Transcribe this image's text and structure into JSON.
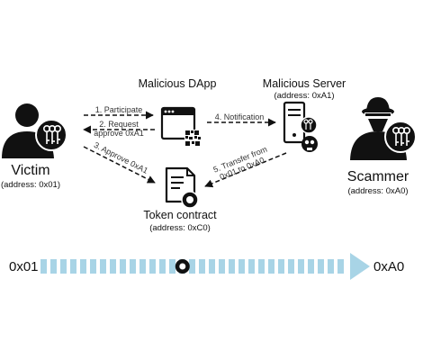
{
  "colors": {
    "ink": "#111111",
    "edge_text": "#333333",
    "timeline": "#a8d4e6"
  },
  "nodes": {
    "victim": {
      "name": "Victim",
      "address": "(address: 0x01)",
      "icon": "person-with-keys-icon"
    },
    "dapp": {
      "name": "Malicious DApp",
      "icon": "browser-window-qr-icon"
    },
    "server": {
      "name": "Malicious Server",
      "address": "(address: 0xA1)",
      "icon": "server-skull-icon"
    },
    "scammer": {
      "name": "Scammer",
      "address": "(address: 0xA0)",
      "icon": "hooded-spy-with-keys-icon"
    },
    "token": {
      "name": "Token contract",
      "address": "(address: 0xC0)",
      "icon": "document-coin-icon"
    }
  },
  "edges": [
    {
      "id": "e1",
      "label": "1. Participate"
    },
    {
      "id": "e2",
      "label_line1": "2. Request",
      "label_line2": "approve 0xA1"
    },
    {
      "id": "e3",
      "label": "3. Approve 0xA1"
    },
    {
      "id": "e4",
      "label": "4. Notification"
    },
    {
      "id": "e5",
      "label_line1": "5. Transfer from",
      "label_line2": "0x01 to 0xA0"
    }
  ],
  "timeline": {
    "start_label": "0x01",
    "end_label": "0xA0",
    "token_position": 0.46
  }
}
